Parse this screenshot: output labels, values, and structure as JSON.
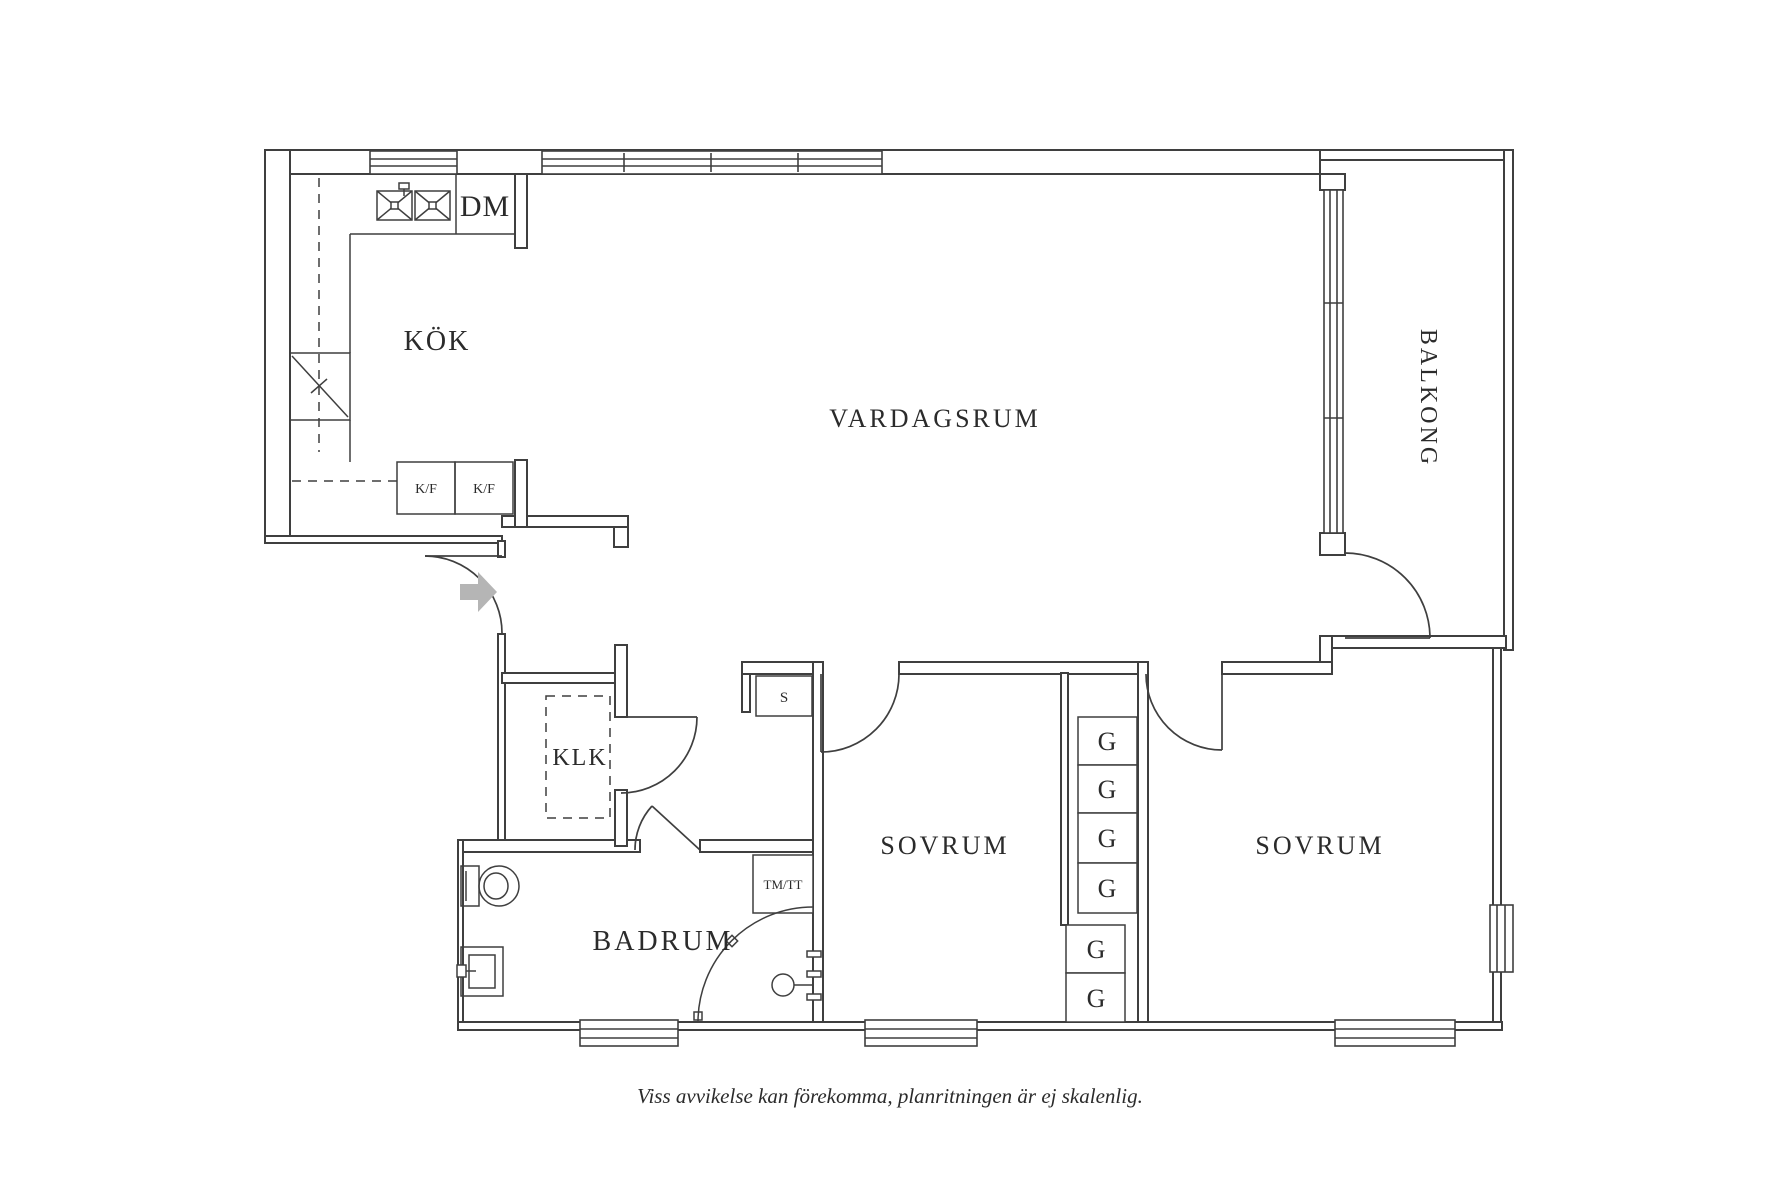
{
  "plan": {
    "labels": {
      "kitchen": "KÖK",
      "dishwasher": "DM",
      "fridge_freezer_left": "K/F",
      "fridge_freezer_right": "K/F",
      "living_room": "VARDAGSRUM",
      "balcony": "BALKONG",
      "closet": "KLK",
      "hall_cabinet": "S",
      "bedroom_1": "SOVRUM",
      "bedroom_2": "SOVRUM",
      "washer_dryer": "TM/TT",
      "bathroom": "BADRUM",
      "wardrobes": [
        "G",
        "G",
        "G",
        "G",
        "G",
        "G"
      ]
    },
    "disclaimer": "Viss avvikelse kan förekomma, planritningen är ej skalenlig.",
    "colors": {
      "line": "#3f3f3f",
      "text": "#2b2b2b",
      "arrow_fill": "#b5b5b5",
      "arrow_stroke": "#7e7e7e",
      "background": "#ffffff"
    }
  }
}
